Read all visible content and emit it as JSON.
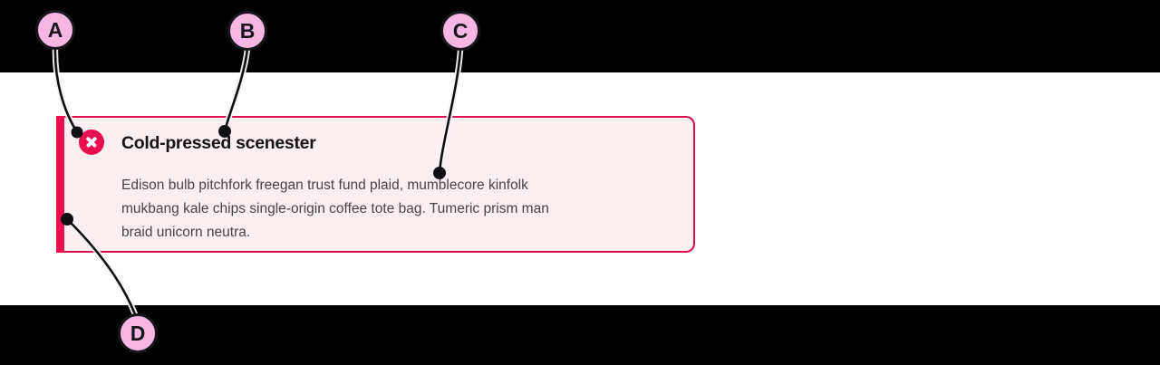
{
  "alert": {
    "title": "Cold-pressed scenester",
    "body_lines": [
      "Edison bulb pitchfork freegan trust fund plaid, mumblecore kinfolk",
      "mukbang kale chips single-origin coffee tote bag. Tumeric prism man",
      "braid unicorn neutra."
    ],
    "icon": "x-circle-icon",
    "colors": {
      "accent_bar": "#E9104F",
      "border": "#D9104C",
      "background": "#FBEFF2",
      "icon_background": "#E9104F",
      "icon_glyph": "#FFFFFF",
      "title_text": "#141419",
      "body_text": "#47444B"
    }
  },
  "annotations": {
    "labels": [
      {
        "letter": "A"
      },
      {
        "letter": "B"
      },
      {
        "letter": "C"
      },
      {
        "letter": "D"
      }
    ],
    "colors": {
      "label_fill": "#F8B7E2",
      "label_border": "#17171C",
      "connector_line": "#101014",
      "connector_casing": "#F4F4F4"
    }
  },
  "letterbox": {
    "color": "#000000"
  }
}
